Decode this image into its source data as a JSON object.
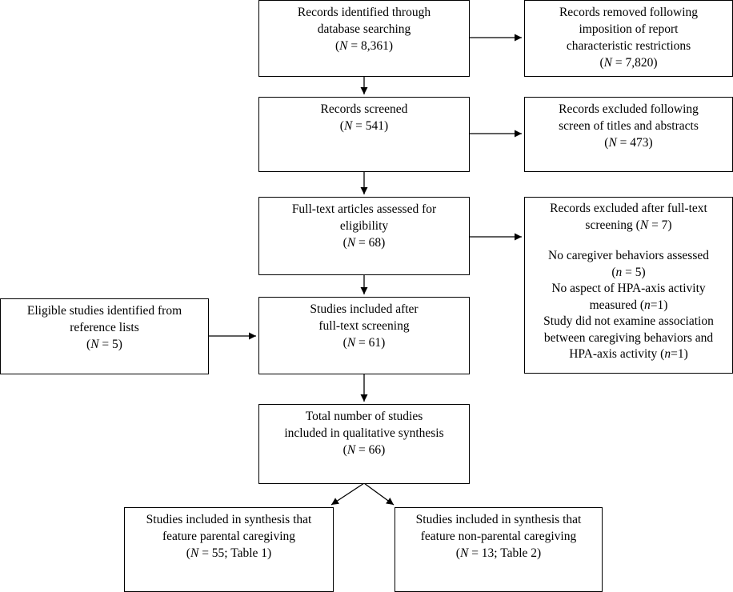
{
  "boxes": {
    "identified": {
      "lines": [
        "Records identified through",
        "database searching"
      ],
      "count_var": "N",
      "count_rest": " = 8,361)"
    },
    "removed": {
      "lines": [
        "Records removed following",
        "imposition of report",
        "characteristic restrictions"
      ],
      "count_var": "N",
      "count_rest": " = 7,820)"
    },
    "screened": {
      "lines": [
        "Records screened"
      ],
      "count_var": "N",
      "count_rest": " = 541)"
    },
    "excluded_titles": {
      "lines": [
        "Records excluded following",
        "screen of titles and abstracts"
      ],
      "count_var": "N",
      "count_rest": " = 473)"
    },
    "fulltext": {
      "lines": [
        "Full-text articles assessed for",
        "eligibility"
      ],
      "count_var": "N",
      "count_rest": " = 68)"
    },
    "excluded_fulltext": {
      "title_line1": "Records excluded after full-text",
      "title_line2_pre": "screening (",
      "title_line2_var": "N",
      "title_line2_post": " = 7)",
      "reason1_line1": "No caregiver behaviors assessed",
      "reason1_line2_pre": "(",
      "reason1_line2_var": "n",
      "reason1_line2_post": " = 5)",
      "reason2_line1": "No aspect of HPA-axis activity",
      "reason2_line2_pre": "measured (",
      "reason2_line2_var": "n",
      "reason2_line2_post": "=1)",
      "reason3_line1": "Study did not examine association",
      "reason3_line2": "between caregiving behaviors and",
      "reason3_line3_pre": "HPA-axis activity (",
      "reason3_line3_var": "n",
      "reason3_line3_post": "=1)"
    },
    "reference_lists": {
      "lines": [
        "Eligible studies identified from",
        "reference lists"
      ],
      "count_var": "N",
      "count_rest": " = 5)"
    },
    "included_after": {
      "lines": [
        "Studies included after",
        "full-text screening"
      ],
      "count_var": "N",
      "count_rest": " = 61)"
    },
    "total": {
      "lines": [
        "Total number of studies",
        "included in qualitative synthesis"
      ],
      "count_var": "N",
      "count_rest": " = 66)"
    },
    "parental": {
      "lines": [
        "Studies included in synthesis that",
        "feature parental caregiving"
      ],
      "count_var": "N",
      "count_rest": " = 55; Table 1)"
    },
    "nonparental": {
      "lines": [
        "Studies included in synthesis that",
        "feature non-parental caregiving"
      ],
      "count_var": "N",
      "count_rest": " = 13; Table 2)"
    }
  },
  "colors": {
    "stroke": "#000000",
    "background": "#ffffff"
  }
}
